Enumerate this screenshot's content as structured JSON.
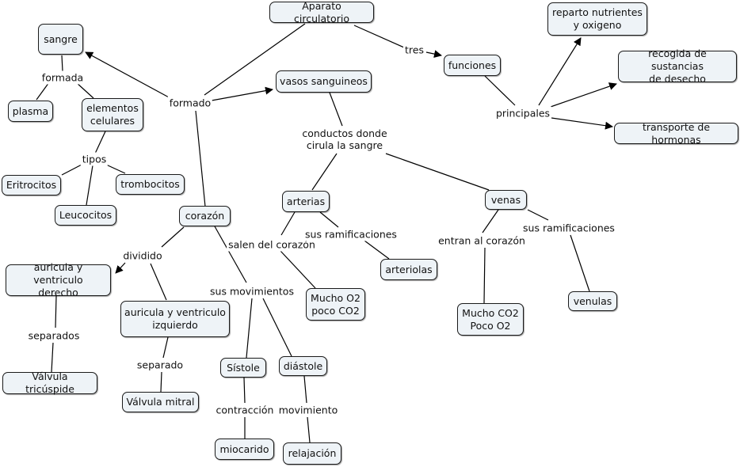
{
  "concepts": {
    "aparato": "Aparato circulatorio",
    "sangre": "sangre",
    "plasma": "plasma",
    "elementos": "elementos\ncelulares",
    "eritrocitos": "Eritrocitos",
    "trombocitos": "trombocitos",
    "leucocitos": "Leucocitos",
    "vasos": "vasos sanguineos",
    "funciones": "funciones",
    "reparto": "reparto nutrientes\ny oxigeno",
    "recogida": "recogida de sustancias\nde desecho",
    "transporte": "transporte de hormonas",
    "arterias": "arterias",
    "venas": "venas",
    "arteriolas": "arteriolas",
    "muchoO2": "Mucho O2\npoco CO2",
    "muchoCO2": "Mucho CO2\nPoco O2",
    "venulas": "venulas",
    "corazon": "corazón",
    "auriculaDer": "auricula y ventriculo\nderecho",
    "auriculaIzq": "auricula y ventriculo\nizquierdo",
    "tricuspide": "Válvula tricúspide",
    "mitral": "Válvula mitral",
    "sistole": "Sístole",
    "diastole": "diástole",
    "miocarido": "miocarido",
    "relajacion": "relajación"
  },
  "links": {
    "formada": "formada",
    "formado": "formado",
    "tipos": "tipos",
    "tres": "tres",
    "principales": "principales",
    "conductos": "conductos donde\ncirula la sangre",
    "salen": "salen del corazón",
    "susRamA": "sus ramificaciones",
    "entran": "entran al corazón",
    "susRamV": "sus ramificaciones",
    "dividido": "dividido",
    "susMov": "sus movimientos",
    "separados": "separados",
    "separado": "separado",
    "contraccion": "contracción",
    "movimiento": "movimiento"
  }
}
